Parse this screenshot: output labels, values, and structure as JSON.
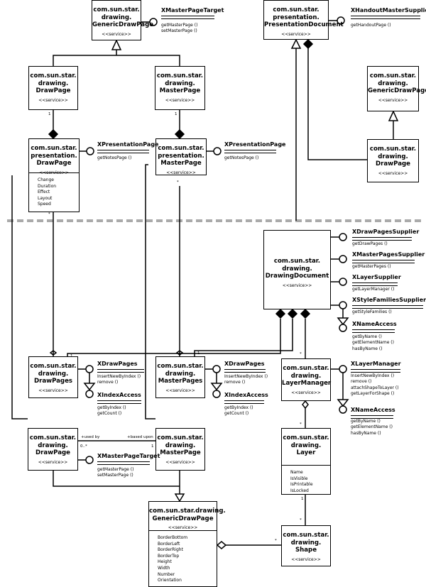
{
  "stereotype": "<<service>>",
  "boxes": {
    "generic_top": "com.sun.star.\ndrawing.\nGenericDrawPage",
    "pres_doc": "com.sun.star.\npresentation.\nPresentationDocument",
    "drawpage_top": "com.sun.star.\ndrawing.\nDrawPage",
    "masterpage_top": "com.sun.star.\ndrawing.\nMasterPage",
    "generic_right": "com.sun.star.\ndrawing.\nGenericDrawPage",
    "pres_drawpage": "com.sun.star.\npresentation.\nDrawPage",
    "pres_masterpage": "com.sun.star.\npresentation.\nMasterPage",
    "drawpage_right": "com.sun.star.\ndrawing.\nDrawPage",
    "drawing_doc": "com.sun.star.\ndrawing.\nDrawingDocument",
    "drawpages": "com.sun.star.\ndrawing.\nDrawPages",
    "masterpages": "com.sun.star.\ndrawing.\nMasterPages",
    "layermanager": "com.sun.star.\ndrawing.\nLayerManager",
    "drawpage_low": "com.sun.star.\ndrawing.\nDrawPage",
    "masterpage_low": "com.sun.star.\ndrawing.\nMasterPage",
    "layer": "com.sun.star.\ndrawing.\nLayer",
    "generic_bottom": "com.sun.star.drawing.\nGenericDrawPage",
    "shape": "com.sun.star.\ndrawing.\nShape"
  },
  "attributes": {
    "pres_drawpage": "Change\nDuration\nEffect\nLayout\nSpeed",
    "layer": "Name\nIsVisible\nIsPrintable\nIsLocked",
    "generic_bottom": "BorderBottom\nBorderLeft\nBorderRight\nBorderTop\nHeight\nWidth\nNumber\nOrientation"
  },
  "interfaces": {
    "xmasterpagetarget_top": {
      "name": "XMasterPageTarget",
      "ops": "getMasterPage ()\nsetMasterPage ()"
    },
    "xhandout": {
      "name": "XHandoutMasterSupplier",
      "ops": "getHandoutPage ()"
    },
    "xpresentationpage_1": {
      "name": "XPresentationPage",
      "ops": "getNotesPage ()"
    },
    "xpresentationpage_2": {
      "name": "XPresentationPage",
      "ops": "getNotesPage ()"
    },
    "xdrawpagessupplier": {
      "name": "XDrawPagesSupplier",
      "ops": "getDrawPages ()"
    },
    "xmasterpagessupplier": {
      "name": "XMasterPagesSupplier",
      "ops": "getMasterPages ()"
    },
    "xlayersupplier": {
      "name": "XLayerSupplier",
      "ops": "getLayerManager ()"
    },
    "xstylefamiliessupplier": {
      "name": "XStyleFamiliesSupplier",
      "ops": "getStyleFamilies ()"
    },
    "xnameaccess_doc": {
      "name": "XNameAccess",
      "ops": "getByName ()\ngetElementName ()\nhasByName ()"
    },
    "xdrawpages": {
      "name": "XDrawPages",
      "ops": "InsertNewByIndex ()\nremove ()"
    },
    "xindexaccess_1": {
      "name": "XIndexAccess",
      "ops": "getByIndex ()\ngetCount ()"
    },
    "xdrawpages_2": {
      "name": "XDrawPages",
      "ops": "InsertNewByIndex ()\nremove ()"
    },
    "xindexaccess_2": {
      "name": "XIndexAccess",
      "ops": "getByIndex ()\ngetCount ()"
    },
    "xlayermanager": {
      "name": "XLayerManager",
      "ops": "InsertNewByIndex ()\nremove ()\nattachShapeToLayer ()\ngetLayerForShape ()"
    },
    "xnameaccess_lm": {
      "name": "XNameAccess",
      "ops": "getByName ()\ngetElementName ()\nhasByName ()"
    },
    "xmasterpagetarget_low": {
      "name": "XMasterPageTarget",
      "ops": "getMasterPage ()\nsetMasterPage ()"
    }
  },
  "multiplicities": {
    "m1": "1",
    "m2": "1",
    "m3": "*",
    "m4": "*",
    "m5": "1",
    "m6": "1",
    "m7": "*",
    "m8": "0..*",
    "m9": "1",
    "m10": "1",
    "m11": "*",
    "m12": "*"
  },
  "roles": {
    "used_by": "+used by",
    "based_upon": "+based upon"
  }
}
